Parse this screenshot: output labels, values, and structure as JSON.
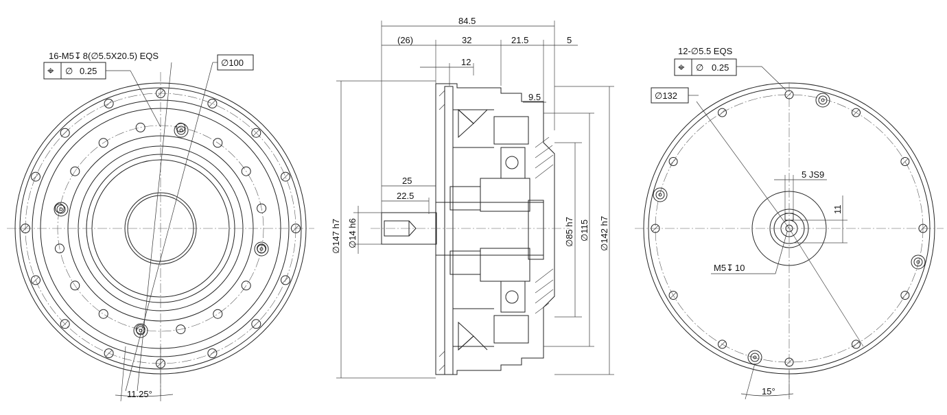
{
  "left_view": {
    "thread_callout": "16-M5",
    "depth_symbol": "↧",
    "thread_callout_rest": "8(∅5.5X20.5) EQS",
    "tolerance": "0.25",
    "diameter": "∅100",
    "angle": "11.25°"
  },
  "section_view": {
    "dims": {
      "overall": "84.5",
      "d26": "(26)",
      "d32": "32",
      "d21_5": "21.5",
      "d5": "5",
      "d12": "12",
      "d9_5": "9.5",
      "d25": "25",
      "d22_5": "22.5",
      "d147": "∅147 h7",
      "d14": "∅14 h6",
      "d85": "∅85 h7",
      "d115": "∅115",
      "d142": "∅142 h7"
    }
  },
  "right_view": {
    "hole_callout": "12-∅5.5 EQS",
    "tolerance": "0.25",
    "diameter": "∅132",
    "keyway": "5 JS9",
    "height": "11",
    "thread": "M5",
    "depth_symbol": "↧",
    "thread_depth": "10",
    "angle": "15°"
  },
  "symbols": {
    "position_symbol": "⌖",
    "diameter_symbol": "∅"
  }
}
